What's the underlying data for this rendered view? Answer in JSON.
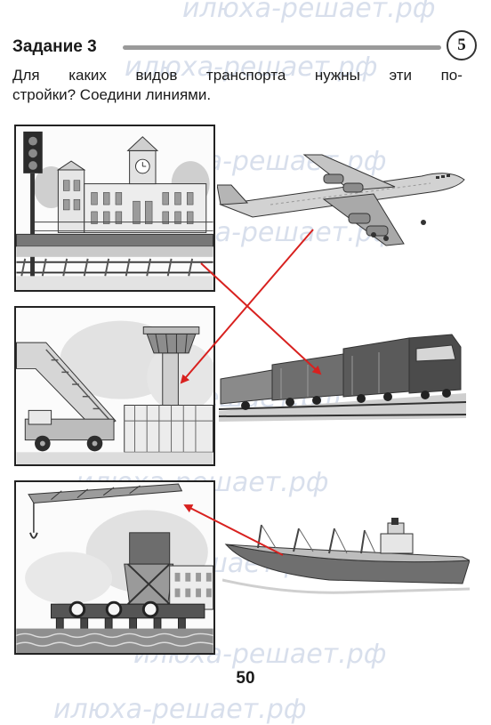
{
  "task": {
    "title": "Задание 3",
    "number": "5",
    "text_line1_words": [
      "Для",
      "каких",
      "видов",
      "транспорта",
      "нужны",
      "эти",
      "по-"
    ],
    "text_line2": "стройки? Соедини линиями."
  },
  "watermark": "илюха-решает.рф",
  "page_number": "50",
  "pictures": {
    "buildings": [
      "railway-station",
      "airport",
      "seaport"
    ],
    "vehicles": [
      "airplane",
      "train",
      "ship"
    ]
  },
  "answer_lines": [
    {
      "from": "airplane",
      "to": "airport"
    },
    {
      "from": "railway-station",
      "to": "train"
    },
    {
      "from": "ship",
      "to": "seaport"
    }
  ],
  "colors": {
    "answer_line": "#d8211f",
    "watermark": "#b9c6dd",
    "frame": "#222222"
  }
}
